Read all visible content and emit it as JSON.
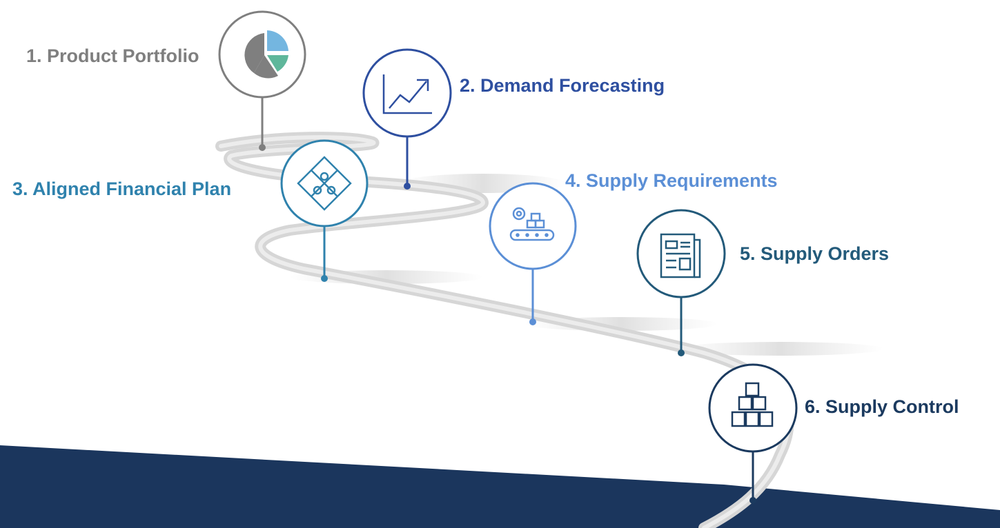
{
  "steps": [
    {
      "label": "1. Product Portfolio",
      "icon": "pie-chart-icon",
      "color": "#7f7f7f"
    },
    {
      "label": "2. Demand Forecasting",
      "icon": "trend-up-chart-icon",
      "color": "#2e4fa0"
    },
    {
      "label": "3. Aligned Financial Plan",
      "icon": "puzzle-icon",
      "color": "#2f82ad"
    },
    {
      "label": "4. Supply Requirements",
      "icon": "conveyor-gear-icon",
      "color": "#5b8fd6"
    },
    {
      "label": "5. Supply Orders",
      "icon": "newspaper-icon",
      "color": "#235a7a"
    },
    {
      "label": "6. Supply Control",
      "icon": "stacked-boxes-icon",
      "color": "#1b3a5f"
    }
  ],
  "colors": {
    "road": "#d9d9d9",
    "road_shadow": "#c8c8c8",
    "footer_band": "#1b365d",
    "pie_gray": "#7f7f7f",
    "pie_blue": "#74b6e0",
    "pie_teal": "#5fb79b"
  }
}
